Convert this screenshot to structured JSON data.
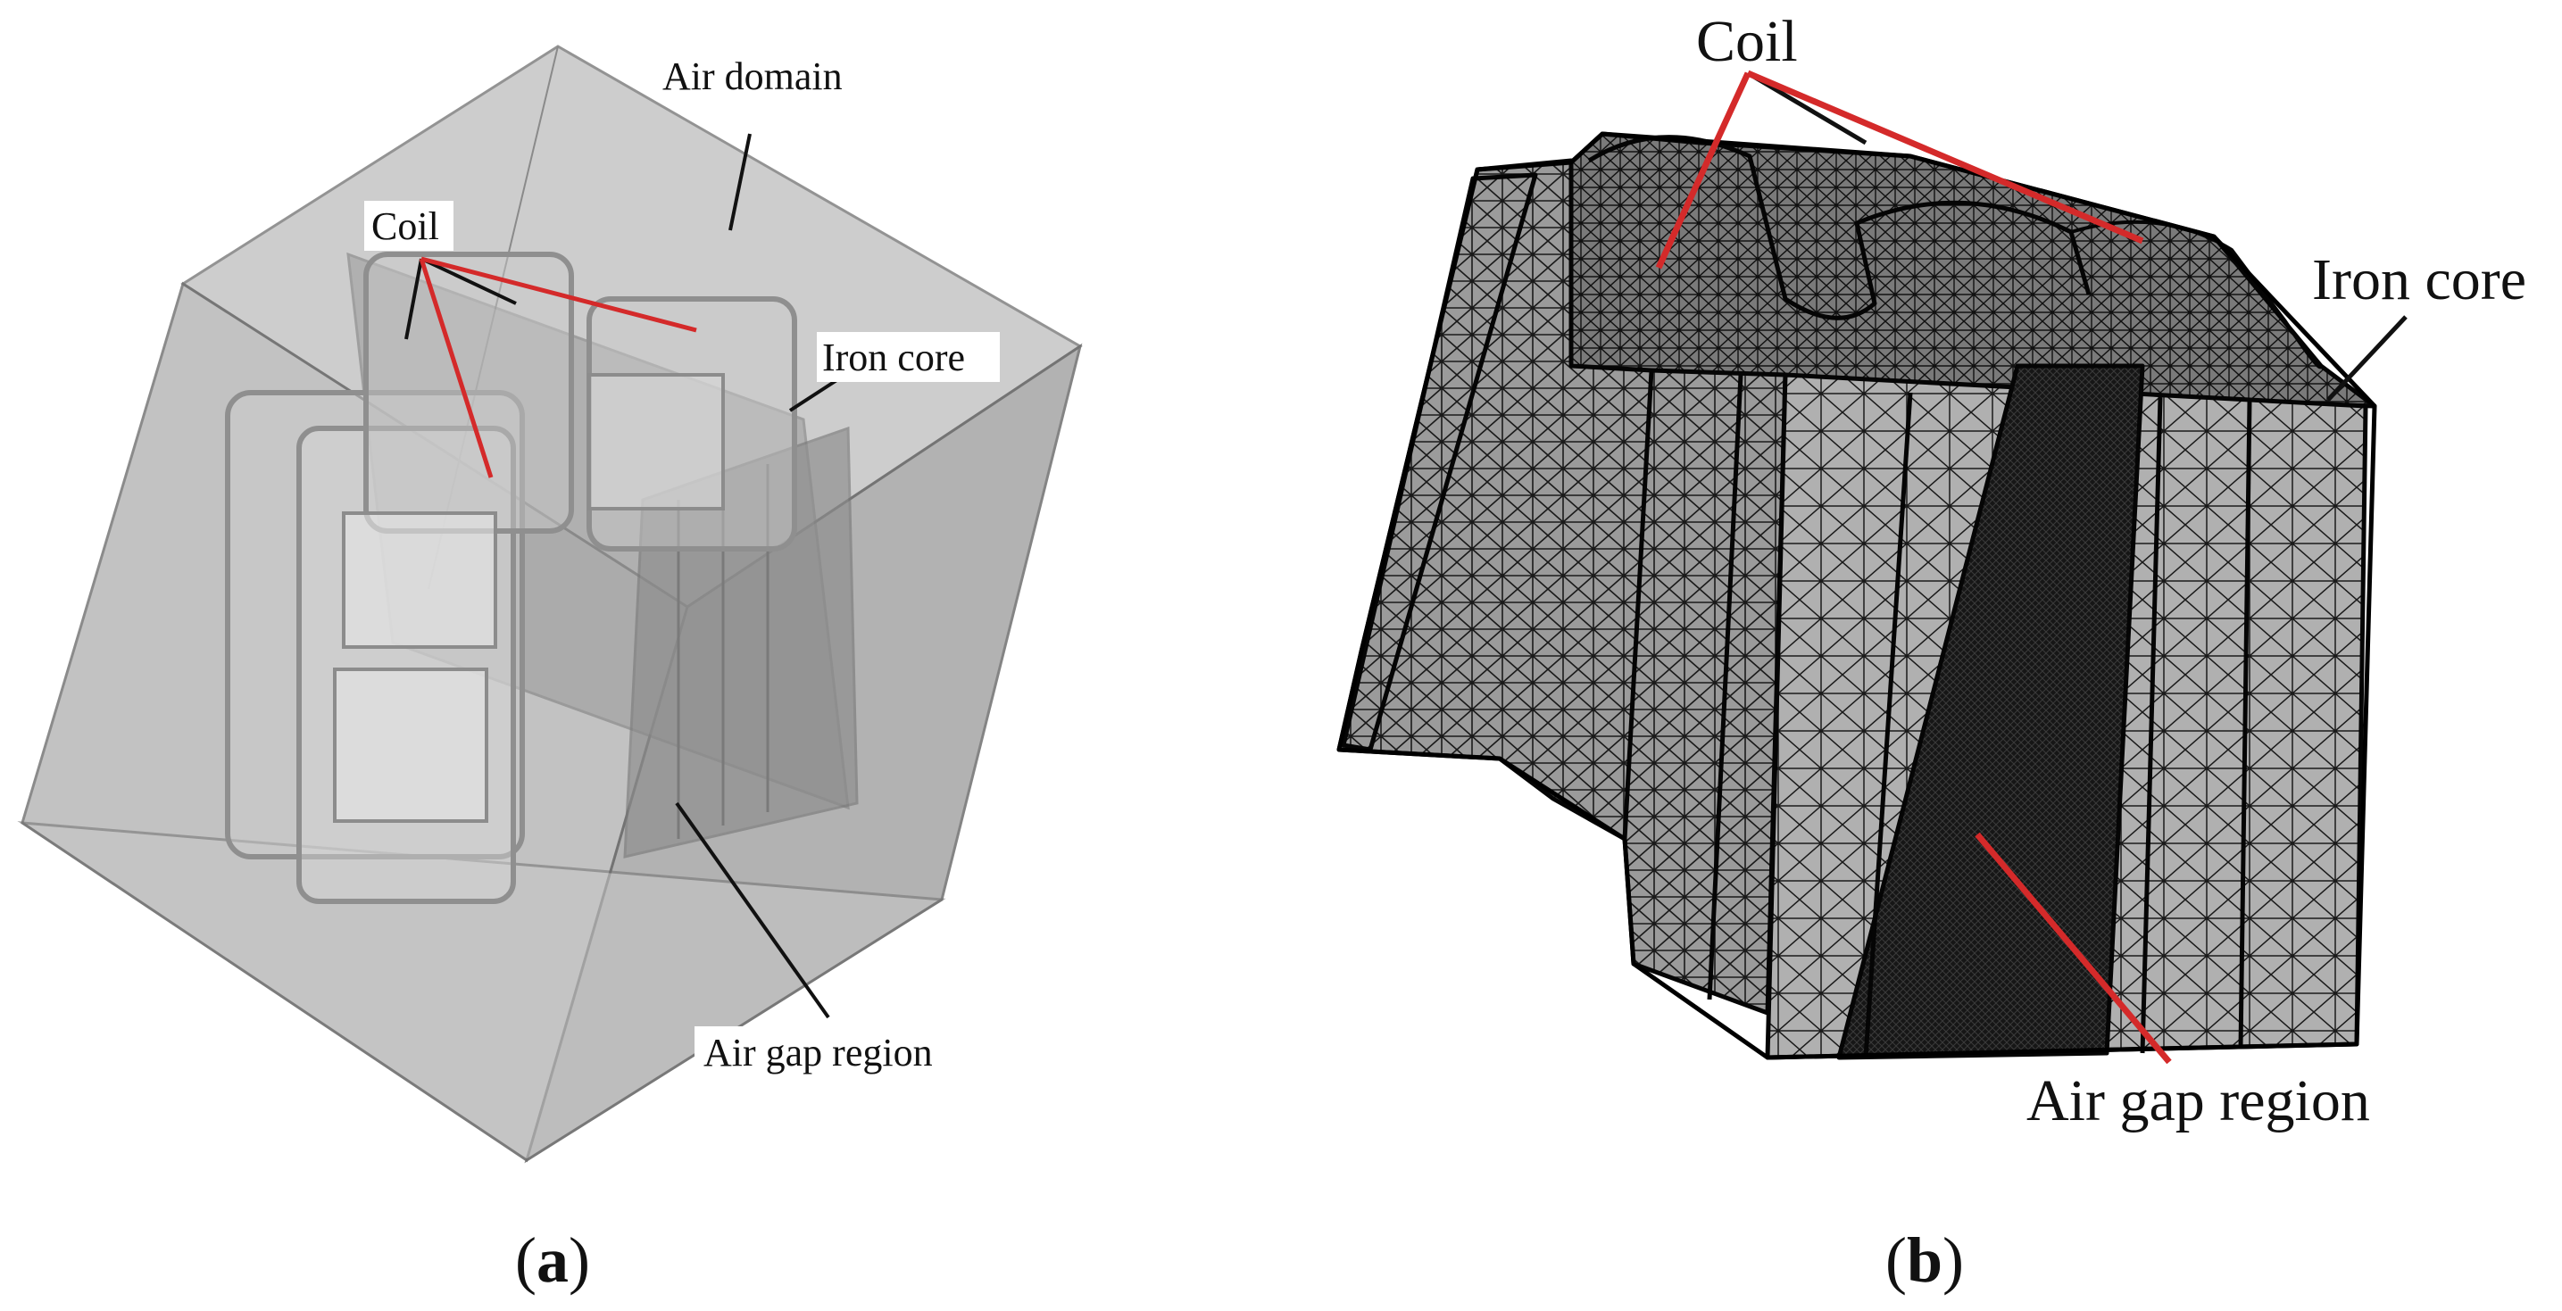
{
  "panel_a": {
    "labels": {
      "air_domain": "Air domain",
      "coil": "Coil",
      "iron_core": "Iron core",
      "air_gap": "Air gap region"
    },
    "caption_letter": "a"
  },
  "panel_b": {
    "labels": {
      "coil": "Coil",
      "iron_core": "Iron core",
      "air_gap": "Air gap region"
    },
    "caption_letter": "b"
  },
  "colors": {
    "leader_red": "#d42a2a",
    "leader_black": "#111111",
    "air_box": "#a9a9a9",
    "mesh": "#1a1a1a"
  }
}
